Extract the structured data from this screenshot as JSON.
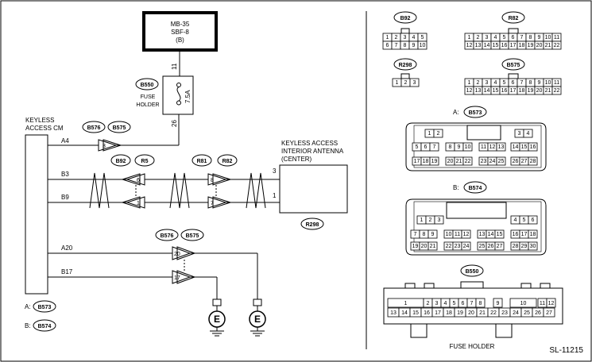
{
  "page_id": "SL-11215",
  "power": {
    "line1": "MB-35",
    "line2": "SBF-8",
    "line3": "(B)"
  },
  "fuse": {
    "connector": "B550",
    "label_line1": "FUSE",
    "label_line2": "HOLDER",
    "rating": "7.5A",
    "pin_top": "11",
    "pin_bottom": "26"
  },
  "cm": {
    "label_line1": "KEYLESS",
    "label_line2": "ACCESS CM",
    "pins": {
      "a4": "A4",
      "b3": "B3",
      "b9": "B9",
      "a20": "A20",
      "b17": "B17"
    }
  },
  "joints": {
    "j1": {
      "left": "B576",
      "right": "B575",
      "pin": "3"
    },
    "j2": {
      "left": "B92",
      "right": "R5",
      "pin_top": "6",
      "pin_bottom": "1"
    },
    "j3": {
      "left": "R81",
      "right": "R82",
      "pin_top": "8",
      "pin_bottom": "7"
    },
    "j4": {
      "left": "B576",
      "right": "B575",
      "pin_top": "20",
      "pin_bottom": "17"
    }
  },
  "antenna": {
    "line1": "KEYLESS ACCESS",
    "line2": "INTERIOR ANTENNA",
    "line3": "(CENTER)",
    "pin_top": "3",
    "pin_bottom": "1",
    "connector": "R298"
  },
  "ground": {
    "symbol": "E"
  },
  "legend": {
    "a": {
      "key": "A:",
      "connector": "B573"
    },
    "b": {
      "key": "B:",
      "connector": "B574"
    }
  },
  "connectors": {
    "b92": {
      "id": "B92",
      "row1": [
        "1",
        "2",
        "3",
        "4",
        "5"
      ],
      "row2": [
        "6",
        "7",
        "8",
        "9",
        "10"
      ]
    },
    "r82": {
      "id": "R82",
      "row1": [
        "1",
        "2",
        "3",
        "4",
        "5",
        "6",
        "7",
        "8",
        "9",
        "10",
        "11"
      ],
      "row2": [
        "12",
        "13",
        "14",
        "15",
        "16",
        "17",
        "18",
        "19",
        "20",
        "21",
        "22"
      ]
    },
    "r298": {
      "id": "R298",
      "row1": [
        "1",
        "2",
        "3"
      ]
    },
    "b575": {
      "id": "B575",
      "row1": [
        "1",
        "2",
        "3",
        "4",
        "5",
        "6",
        "7",
        "8",
        "9",
        "10",
        "11"
      ],
      "row2": [
        "12",
        "13",
        "14",
        "15",
        "16",
        "17",
        "18",
        "19",
        "20",
        "21",
        "22"
      ]
    },
    "b573": {
      "prefix": "A:",
      "id": "B573",
      "row1a": [
        "1",
        "2"
      ],
      "row1b": [
        "3",
        "4"
      ],
      "row2a": [
        "5",
        "6",
        "7"
      ],
      "row2b": [
        "8",
        "9",
        "10"
      ],
      "row2c": [
        "11",
        "12",
        "13"
      ],
      "row2d": [
        "14",
        "15",
        "16"
      ],
      "row3a": [
        "17",
        "18",
        "19"
      ],
      "row3b": [
        "20",
        "21",
        "22"
      ],
      "row3c": [
        "23",
        "24",
        "25"
      ],
      "row3d": [
        "26",
        "27",
        "28"
      ]
    },
    "b574": {
      "prefix": "B:",
      "id": "B574",
      "row1a": [
        "1",
        "2",
        "3"
      ],
      "row1b": [
        "4",
        "5",
        "6"
      ],
      "row2a": [
        "7",
        "8",
        "9"
      ],
      "row2b": [
        "10",
        "11",
        "12"
      ],
      "row2c": [
        "13",
        "14",
        "15"
      ],
      "row2d": [
        "16",
        "17",
        "18"
      ],
      "row3a": [
        "19",
        "20",
        "21"
      ],
      "row3b": [
        "22",
        "23",
        "24"
      ],
      "row3c": [
        "25",
        "26",
        "27"
      ],
      "row3d": [
        "28",
        "29",
        "30"
      ]
    },
    "b550": {
      "id": "B550",
      "caption": "FUSE HOLDER",
      "top": [
        "1",
        "2",
        "3",
        "4",
        "5",
        "6",
        "7",
        "8",
        "9",
        "10",
        "11",
        "12"
      ],
      "bottom": [
        "13",
        "14",
        "15",
        "16",
        "17",
        "18",
        "19",
        "20",
        "21",
        "22",
        "23",
        "24",
        "25",
        "26",
        "27"
      ]
    }
  }
}
